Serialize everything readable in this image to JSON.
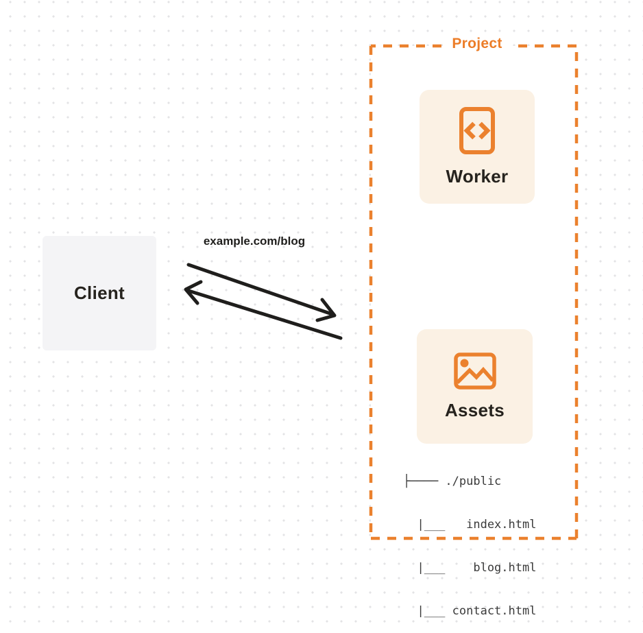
{
  "colors": {
    "accent_orange": "#EB812E",
    "project_label_orange": "#EC7D28",
    "card_fill": "#FBF1E4",
    "client_fill": "#F4F4F6",
    "arrow_black": "#1F1E1C",
    "label_dark": "#26231E",
    "tree_text": "#3A3A3A",
    "dot_grid": "#E3E3E5"
  },
  "client": {
    "label": "Client"
  },
  "request": {
    "url_label": "example.com/blog"
  },
  "project": {
    "label": "Project",
    "worker": {
      "label": "Worker",
      "icon": "code-file-icon"
    },
    "assets": {
      "label": "Assets",
      "icon": "image-icon",
      "file_tree": {
        "root": "./public",
        "files": [
          "index.html",
          "blog.html",
          "contact.html"
        ],
        "display_lines": [
          "├──── ./public",
          "  |___   index.html",
          "  |___    blog.html",
          "  |___ contact.html"
        ]
      }
    }
  }
}
